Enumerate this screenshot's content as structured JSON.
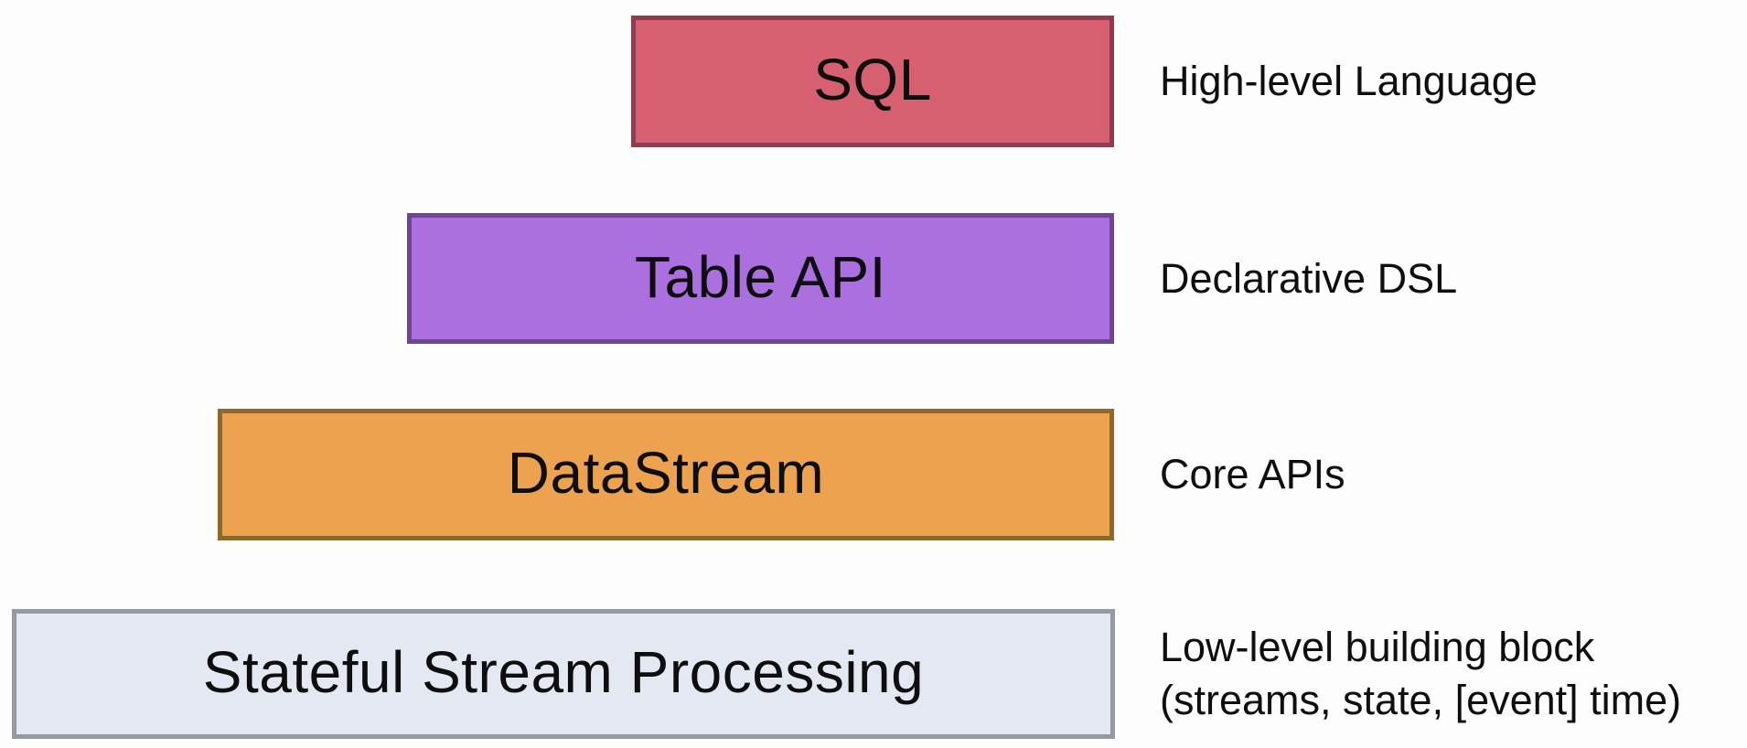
{
  "background_color": "#fdfdfd",
  "text_color": "#0e0e0e",
  "layers": [
    {
      "label": "SQL",
      "annotation_lines": [
        "High-level Language"
      ],
      "fill": "#d66070",
      "border": "#8f3c4e"
    },
    {
      "label": "Table API",
      "annotation_lines": [
        "Declarative DSL"
      ],
      "fill": "#ac6fe0",
      "border": "#6f4591"
    },
    {
      "label": "DataStream",
      "annotation_lines": [
        "Core APIs"
      ],
      "fill": "#eca24e",
      "border": "#8c682a"
    },
    {
      "label": "Stateful Stream Processing",
      "annotation_lines": [
        "Low-level building block",
        "(streams, state, [event] time)"
      ],
      "fill": "#e4e8f2",
      "border": "#939aa4"
    }
  ]
}
